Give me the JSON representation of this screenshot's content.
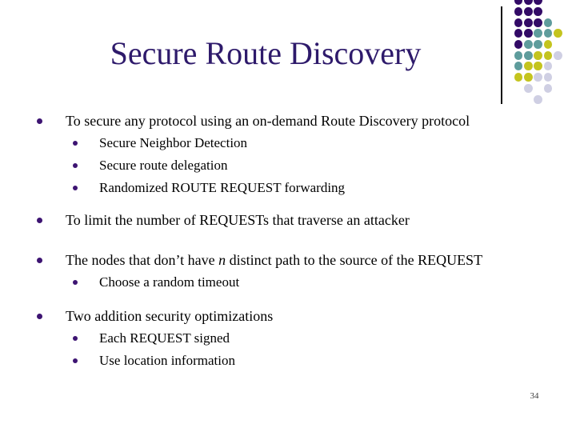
{
  "title": "Secure Route Discovery",
  "page_number": "34",
  "colors": {
    "title": "#2E1A6B",
    "text": "#000000",
    "bullet": "#3D1472",
    "dot-purple": "#320A66",
    "dot-teal": "#5E9C9C",
    "dot-yellow": "#C4C41E",
    "dot-lavender": "#CFCFE3"
  },
  "bullets": {
    "b1": {
      "text": "To secure any protocol using an on-demand Route Discovery protocol",
      "sub1": "Secure Neighbor Detection",
      "sub2": "Secure route delegation",
      "sub3": "Randomized ROUTE REQUEST forwarding"
    },
    "b2": {
      "text": "To limit the number of REQUESTs that traverse an attacker"
    },
    "b3": {
      "pre": "The nodes that don’t have ",
      "italic": "n",
      "post": " distinct path to the source of the REQUEST",
      "sub1": "Choose a random timeout"
    },
    "b4": {
      "text": "Two addition security optimizations",
      "sub1": "Each REQUEST signed",
      "sub2": "Use location information"
    }
  }
}
